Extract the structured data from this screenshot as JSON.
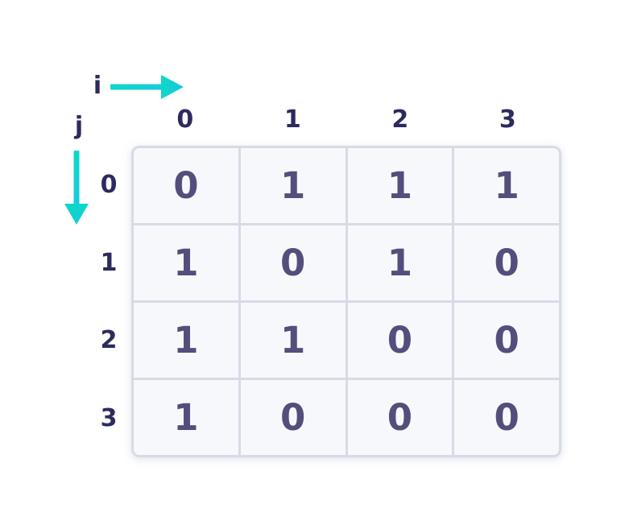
{
  "axes": {
    "i_label": "i",
    "j_label": "j"
  },
  "matrix": {
    "col_headers": [
      "0",
      "1",
      "2",
      "3"
    ],
    "row_headers": [
      "0",
      "1",
      "2",
      "3"
    ],
    "values": [
      [
        "0",
        "1",
        "1",
        "1"
      ],
      [
        "1",
        "0",
        "1",
        "0"
      ],
      [
        "1",
        "1",
        "0",
        "0"
      ],
      [
        "1",
        "0",
        "0",
        "0"
      ]
    ]
  },
  "colors": {
    "accent_cyan": "#0bd8c8",
    "accent_cyan_blue": "#1cc9dc",
    "index_text": "#2c2a5e",
    "cell_text": "#524f7d",
    "cell_background": "#f7f8fc",
    "grid_line": "#d6dbe6"
  }
}
